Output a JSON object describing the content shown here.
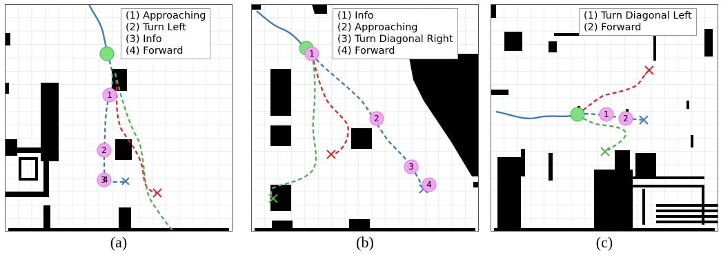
{
  "panels": [
    {
      "caption": "(a)",
      "legend": [
        "(1) Approaching",
        "(2) Turn Left",
        "(3) Info",
        "(4) Forward"
      ],
      "waypoint_labels": [
        "1",
        "2",
        "3",
        "4"
      ]
    },
    {
      "caption": "(b)",
      "legend": [
        "(1) Info",
        "(2) Approaching",
        "(3) Turn Diagonal Right",
        "(4) Forward"
      ],
      "waypoint_labels": [
        "1",
        "2",
        "3",
        "4"
      ]
    },
    {
      "caption": "(c)",
      "legend": [
        "(1) Turn Diagonal Left",
        "(2) Forward"
      ],
      "waypoint_labels": [
        "1",
        "2"
      ]
    }
  ],
  "colors": {
    "executed_path": "#3a7ab8",
    "blue_path": "#3a7ab8",
    "red_path": "#d62728",
    "green_path": "#4caf50",
    "start_marker": "#7ee07e",
    "waypoint": "#f2a6f2",
    "obstacle": "#000000",
    "grid": "#d9d9d9"
  }
}
